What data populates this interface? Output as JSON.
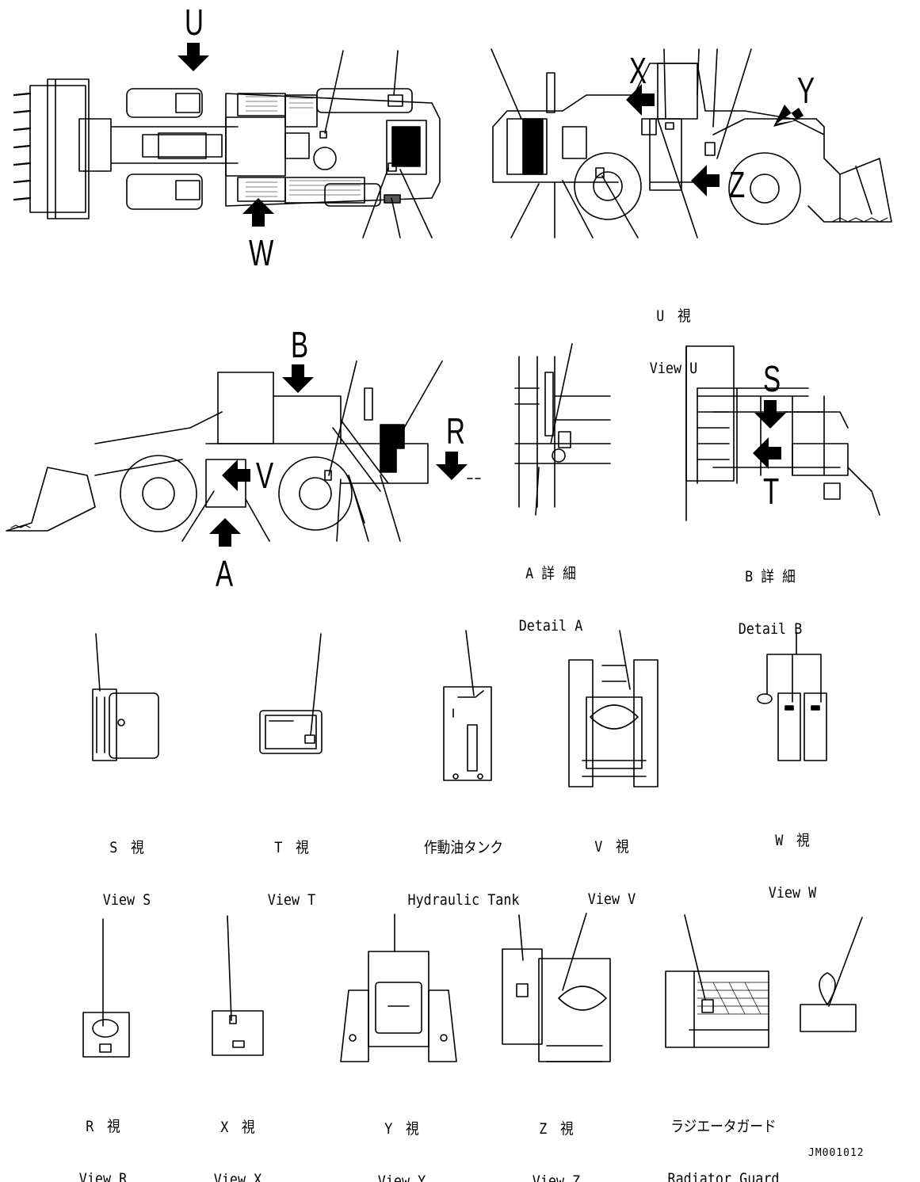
{
  "views": {
    "u": {
      "ja": "U　視",
      "en": "View U"
    },
    "detail_a": {
      "ja": "A 詳 細",
      "en": "Detail A"
    },
    "detail_b": {
      "ja": "B 詳 細",
      "en": "Detail B"
    },
    "s": {
      "ja": "S　視",
      "en": "View S"
    },
    "t": {
      "ja": "T　視",
      "en": "View T"
    },
    "tank": {
      "ja": "作動油タンク",
      "en": "Hydraulic Tank"
    },
    "v": {
      "ja": "V　視",
      "en": "View V"
    },
    "w": {
      "ja": "W　視",
      "en": "View W"
    },
    "r": {
      "ja": "R　視",
      "en": "View R"
    },
    "x": {
      "ja": "X　視",
      "en": "View X"
    },
    "y": {
      "ja": "Y　視",
      "en": "View Y"
    },
    "z": {
      "ja": "Z　視",
      "en": "View Z"
    },
    "radiator": {
      "ja": "ラジエータガード",
      "en": "Radiator Guard"
    }
  },
  "arrow_letters": {
    "u": "U",
    "w": "W",
    "x": "X",
    "y": "Y",
    "z": "Z",
    "b": "B",
    "r": "R",
    "v": "V",
    "a": "A",
    "s": "S",
    "t": "T"
  },
  "drawing_code": "JM001012"
}
